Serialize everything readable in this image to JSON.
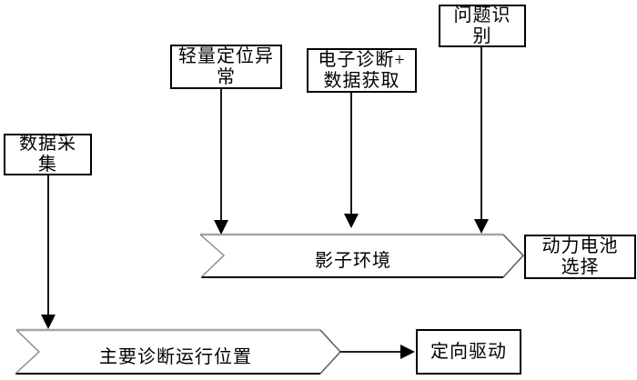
{
  "diagram": {
    "background_color": "#ffffff",
    "box_border_color": "#000000",
    "arrow_color": "#000000",
    "chevron_top_edge_color": "#a6a6a6",
    "chevron_side_edge_color": "#8c8c8c",
    "chevron_point_edge_color": "#595959",
    "chevron_bottom_edge_color": "#000000"
  },
  "nodes": {
    "data_collection": {
      "label": "数据采集",
      "lines": [
        "数据采",
        "集"
      ]
    },
    "lightweight_anomaly": {
      "label": "轻量定位异常",
      "lines": [
        "轻量定位异",
        "常"
      ]
    },
    "e_diagnosis": {
      "label": "电子诊断+数据获取",
      "lines": [
        "电子诊断+",
        "数据获取"
      ]
    },
    "problem_identification": {
      "label": "问题识别",
      "lines": [
        "问题识",
        "别"
      ]
    },
    "battery_selection": {
      "label": "动力电池选择",
      "lines": [
        "动力电池",
        "选择"
      ]
    },
    "directional_drive": {
      "label": "定向驱动",
      "lines": [
        "定向驱动"
      ]
    }
  },
  "chevrons": {
    "shadow_environment": {
      "label": "影子环境"
    },
    "main_diagnosis_position": {
      "label": "主要诊断运行位置"
    }
  },
  "edges": [
    {
      "from": "数据采集",
      "to": "主要诊断运行位置"
    },
    {
      "from": "轻量定位异常",
      "to": "影子环境"
    },
    {
      "from": "电子诊断+数据获取",
      "to": "影子环境"
    },
    {
      "from": "问题识别",
      "to": "影子环境"
    },
    {
      "from": "影子环境",
      "to": "动力电池选择"
    },
    {
      "from": "主要诊断运行位置",
      "to": "定向驱动"
    }
  ]
}
